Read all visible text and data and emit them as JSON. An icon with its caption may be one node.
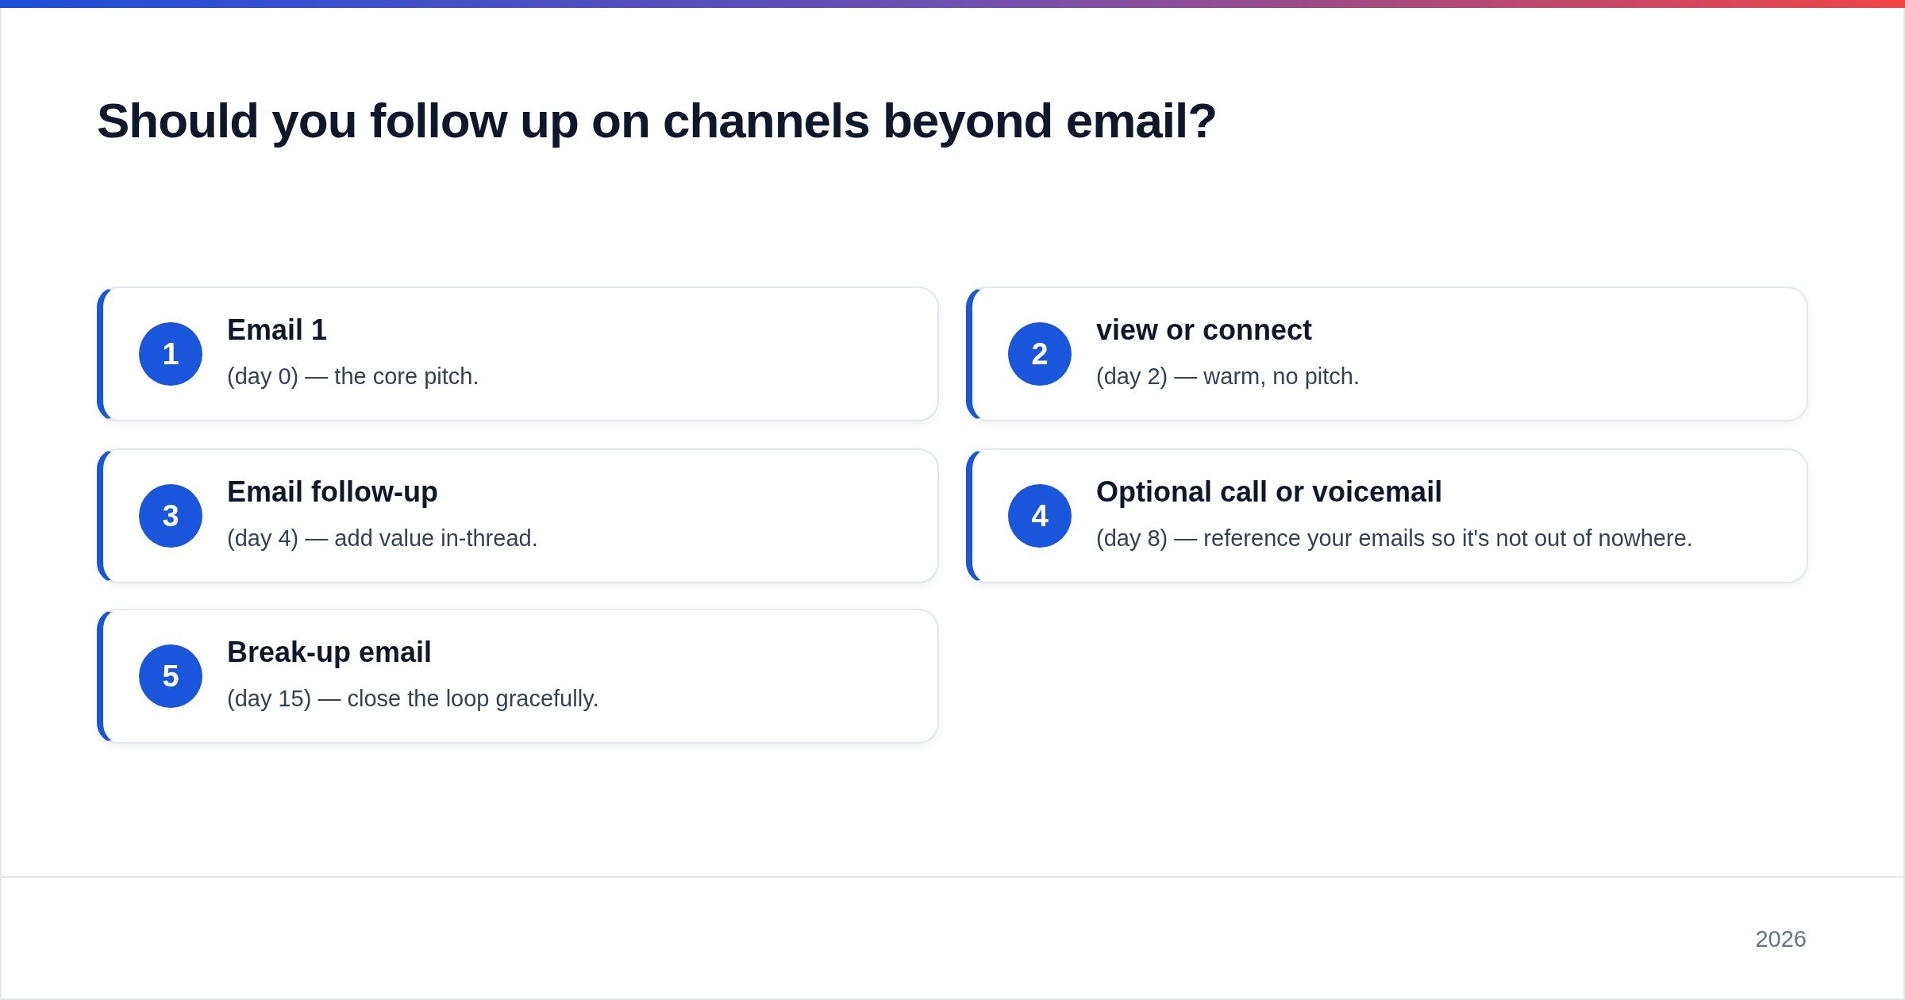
{
  "diagram": {
    "title": "Should you follow up on channels beyond email?",
    "nodes": [
      {
        "text": [
          "Email 1",
          "(day 0) — the core pitch."
        ]
      },
      {
        "text": [
          "1"
        ],
        "in": 0
      },
      {
        "text": [
          "view or connect",
          "(day 2) — warm, no pitch."
        ]
      },
      {
        "text": [
          "2"
        ],
        "in": 2
      },
      {
        "text": [
          "Email follow-up",
          "(day 4) — add value in-thread."
        ]
      },
      {
        "text": [
          "3"
        ],
        "in": 4
      },
      {
        "text": [
          "Optional call or voicemail",
          "(day 8) — reference your emails so it's not out of nowhere."
        ]
      },
      {
        "text": [
          "4"
        ],
        "in": 6
      },
      {
        "text": [
          "Break-up email",
          "(day 15) — close the loop gracefully."
        ]
      },
      {
        "text": [
          "5"
        ],
        "in": 8
      }
    ],
    "labels": [
      "2026"
    ]
  }
}
